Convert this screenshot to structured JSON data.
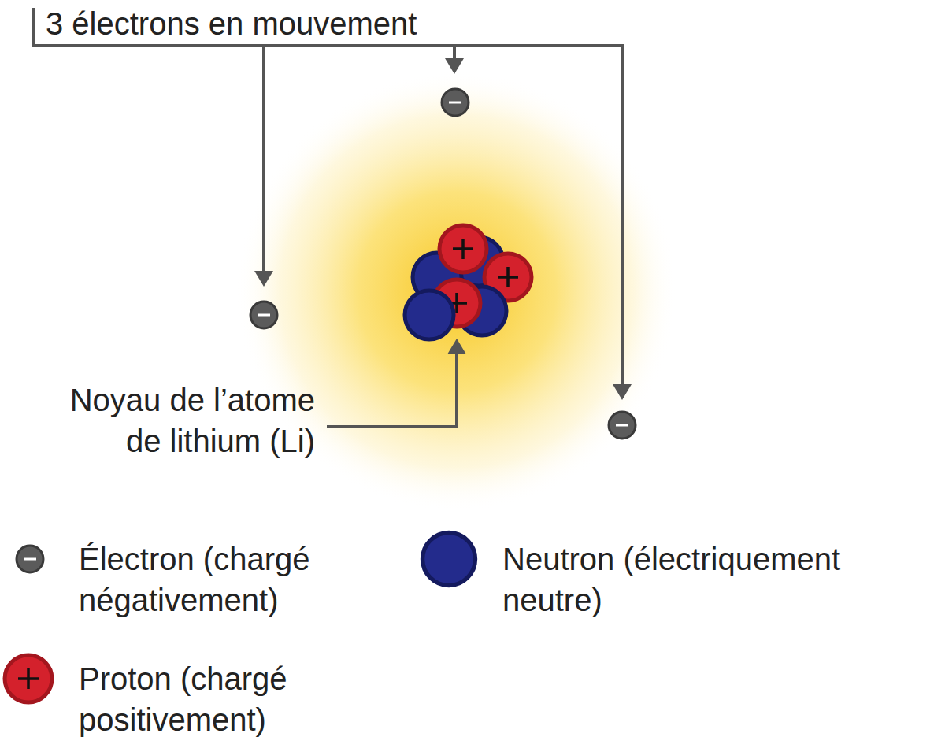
{
  "diagram": {
    "labels": [
      "3 électrons en mouvement",
      "Noyau de l’atome de lithium (Li)"
    ],
    "legend": [
      {
        "text": "Électron (chargé négativement)"
      },
      {
        "text": "Neutron (électriquement neutre)"
      },
      {
        "text": "Proton (chargé positivement)"
      }
    ]
  }
}
